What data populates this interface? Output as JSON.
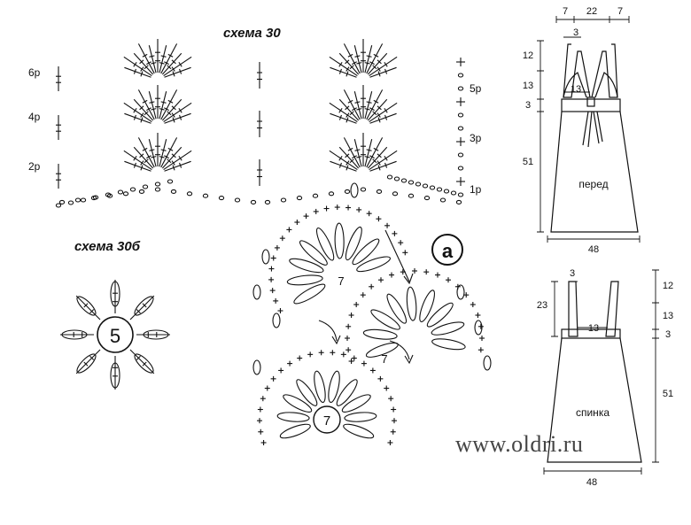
{
  "schema": {
    "title": "схема 30",
    "rows_left": [
      "6р",
      "4р",
      "2р"
    ],
    "rows_right": [
      "5р",
      "3р",
      "1р"
    ]
  },
  "schema_b": {
    "title": "схема 30б",
    "center_number": "5"
  },
  "motif_assembly": {
    "marker": "а",
    "motif_number": "7",
    "motif_numbers": [
      "7",
      "7",
      "7"
    ]
  },
  "front": {
    "label": "перед",
    "dims": {
      "top_total": [
        "7",
        "22",
        "7"
      ],
      "strap_width": "3",
      "cup_width": "13",
      "height_left": [
        "12",
        "13",
        "3",
        "51"
      ],
      "bottom": "48"
    }
  },
  "back": {
    "label": "спинка",
    "dims": {
      "strap_width": "3",
      "top_width": "13",
      "strap_height": "23",
      "height_right": [
        "12",
        "13",
        "3",
        "51"
      ],
      "bottom": "48"
    }
  },
  "watermark": "www.oldri.ru"
}
